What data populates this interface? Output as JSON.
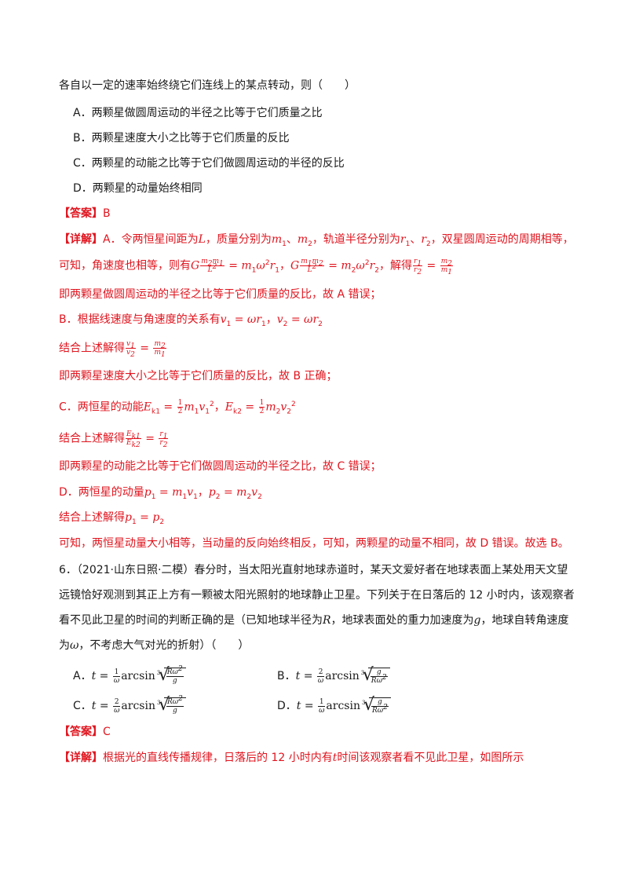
{
  "question5": {
    "stem_tail": "各自以一定的速率始终绕它们连线上的某点转动，则（　　）",
    "options": {
      "A": "A．两颗星做圆周运动的半径之比等于它们质量之比",
      "B": "B．两颗星速度大小之比等于它们质量的反比",
      "C": "C．两颗星的动能之比等于它们做圆周运动的半径的反比",
      "D": "D．两颗星的动量始终相同"
    },
    "answer_tag": "【答案】",
    "answer": "B",
    "detail_tag": "【详解】",
    "detail": {
      "l1_a": "A．令两恒星间距为",
      "l1_b": "，质量分别为",
      "l1_c": "，轨道半径分别为",
      "l1_d": "，双星圆周运动的周期相等，",
      "l2_a": "可知，角速度也相等，则有",
      "l2_b": "，解得",
      "l3": "即两颗星做圆周运动的半径之比等于它们质量的反比，故 A 错误；",
      "l4": "B．根据线速度与角速度的关系有",
      "l5": "结合上述解得",
      "l6": "即两颗星速度大小之比等于它们质量的反比，故 B 正确；",
      "l7": "C．两恒星的动能",
      "l8": "结合上述解得",
      "l9": "即两颗星的动能之比等于它们做圆周运动的半径之比，故 C 错误；",
      "l10": "D．两恒星的动量",
      "l11": "结合上述解得",
      "l12": "可知，两恒星动量大小相等，当动量的反向始终相反，可知，两颗星的动量不相同，故 D 错误。故选 B。"
    }
  },
  "question6": {
    "line1": "6．（2021·山东日照·二模）春分时，当太阳光直射地球赤道时，某天文爱好者在地球表面上某处用天文望",
    "line2": "远镜恰好观测到其正上方有一颗被太阳光照射的地球静止卫星。下列关于在日落后的 12 小时内，该观察者",
    "line3_a": "看不见此卫星的时间的判断正确的是（已知地球半径为",
    "line3_b": "，地球表面处的重力加速度为",
    "line3_c": "，地球自转角速度",
    "line4_a": "为",
    "line4_b": "，不考虑大气对光的折射）（　　）",
    "options": {
      "A": "A．",
      "B": "B．",
      "C": "C．",
      "D": "D．"
    },
    "answer_tag": "【答案】",
    "answer": "C",
    "detail_tag": "【详解】",
    "detail_a": "根据光的直线传播规律，日落后的 12 小时内有",
    "detail_b": "时间该观察者看不见此卫星，如图所示"
  }
}
